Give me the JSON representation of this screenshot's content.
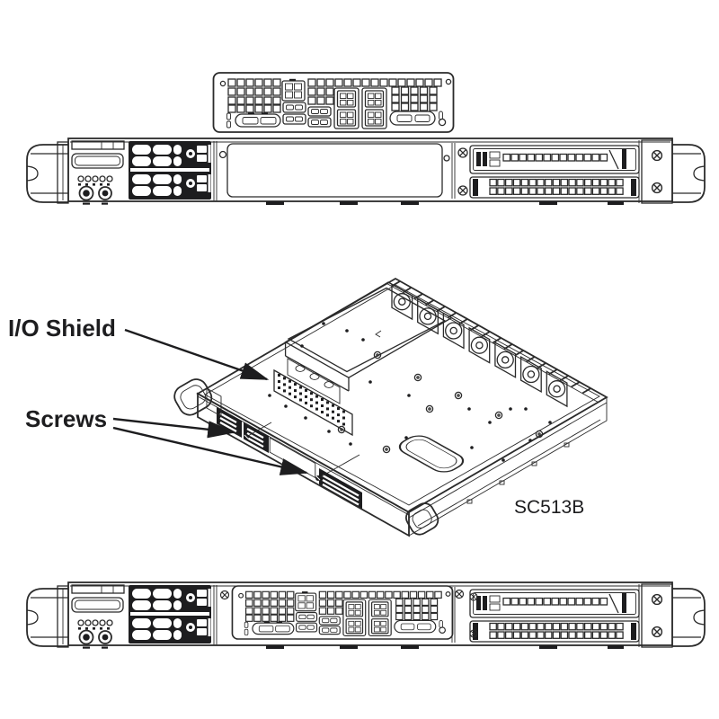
{
  "figure": {
    "labels": {
      "io_shield": "I/O Shield",
      "screws": "Screws",
      "model": "SC513B"
    },
    "colors": {
      "line": "#2b2b2b",
      "dark_fill": "#1d1d1f",
      "background": "#ffffff"
    },
    "views": [
      {
        "name": "io-shield-plate-top"
      },
      {
        "name": "rear-view-without-shield"
      },
      {
        "name": "isometric-open-chassis"
      },
      {
        "name": "rear-view-with-shield"
      }
    ]
  }
}
